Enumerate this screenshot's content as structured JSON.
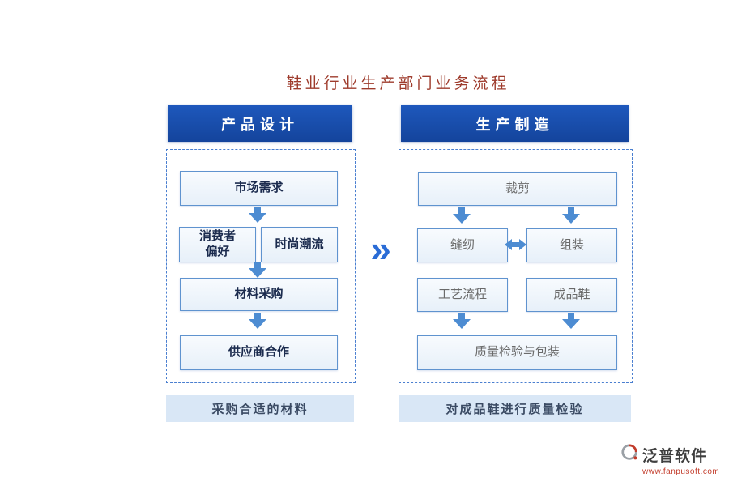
{
  "title": "鞋业行业生产部门业务流程",
  "connector_glyph": "»",
  "left_column": {
    "header": "产品设计",
    "boxes": {
      "market_demand": "市场需求",
      "consumer_preference": "消费者\n偏好",
      "fashion_trend": "时尚潮流",
      "material_purchase": "材料采购",
      "supplier_cooperation": "供应商合作"
    },
    "footer": "采购合适的材料"
  },
  "right_column": {
    "header": "生产制造",
    "boxes": {
      "cutting": "裁剪",
      "sewing": "缝纫",
      "assembly": "组装",
      "process_flow": "工艺流程",
      "finished_shoes": "成品鞋",
      "quality_packaging": "质量检验与包装"
    },
    "footer": "对成品鞋进行质量检验"
  },
  "logo": {
    "name": "泛普软件",
    "url": "www.fanpusoft.com"
  },
  "colors": {
    "header_bg": "#1850b0",
    "box_border": "#5f93cf",
    "box_bg": "#eef5fc",
    "arrow": "#4d8cd2",
    "dashed_border": "#4a7fd0",
    "banner_bg": "#d9e7f6",
    "title_text": "#9e3b2c",
    "logo_red": "#c23b2a"
  }
}
